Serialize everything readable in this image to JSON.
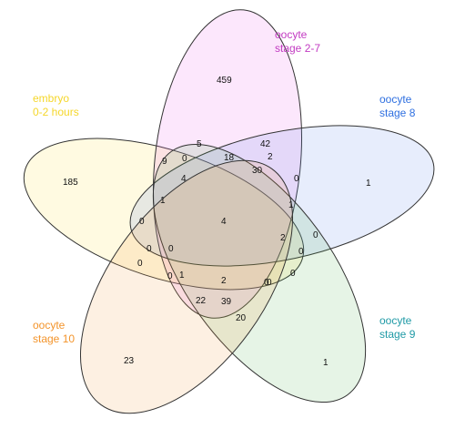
{
  "sets": [
    {
      "id": "embryo",
      "label_lines": [
        "embryo",
        "0-2 hours"
      ],
      "color": "#ffe033",
      "label_color": "#f5d72b"
    },
    {
      "id": "stage27",
      "label_lines": [
        "oocyte",
        "stage 2-7"
      ],
      "color": "#e85ee8",
      "label_color": "#c23bc2"
    },
    {
      "id": "stage8",
      "label_lines": [
        "oocyte",
        "stage 8"
      ],
      "color": "#5d84ee",
      "label_color": "#2e6fe0"
    },
    {
      "id": "stage9",
      "label_lines": [
        "oocyte",
        "stage 9"
      ],
      "color": "#58b858",
      "label_color": "#1f9aa6"
    },
    {
      "id": "stage10",
      "label_lines": [
        "oocyte",
        "stage 10"
      ],
      "color": "#f49a3a",
      "label_color": "#f3942b"
    }
  ],
  "counts": [
    "459",
    "185",
    "1",
    "1",
    "23",
    "5",
    "42",
    "9",
    "18",
    "0",
    "2",
    "4",
    "30",
    "0",
    "1",
    "1",
    "0",
    "4",
    "0",
    "2",
    "0",
    "0",
    "0",
    "0",
    "0",
    "0",
    "1",
    "2",
    "0",
    "0",
    "22",
    "39",
    "20"
  ]
}
